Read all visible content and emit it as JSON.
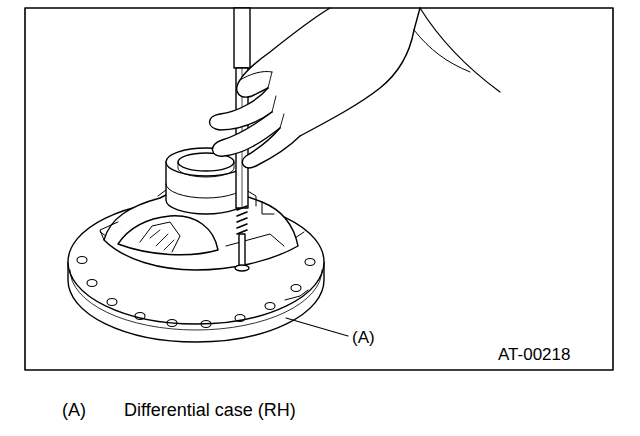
{
  "diagram": {
    "labels": [
      "(A)",
      "AT-00218",
      "(A)",
      "Differential case (RH)"
    ]
  }
}
